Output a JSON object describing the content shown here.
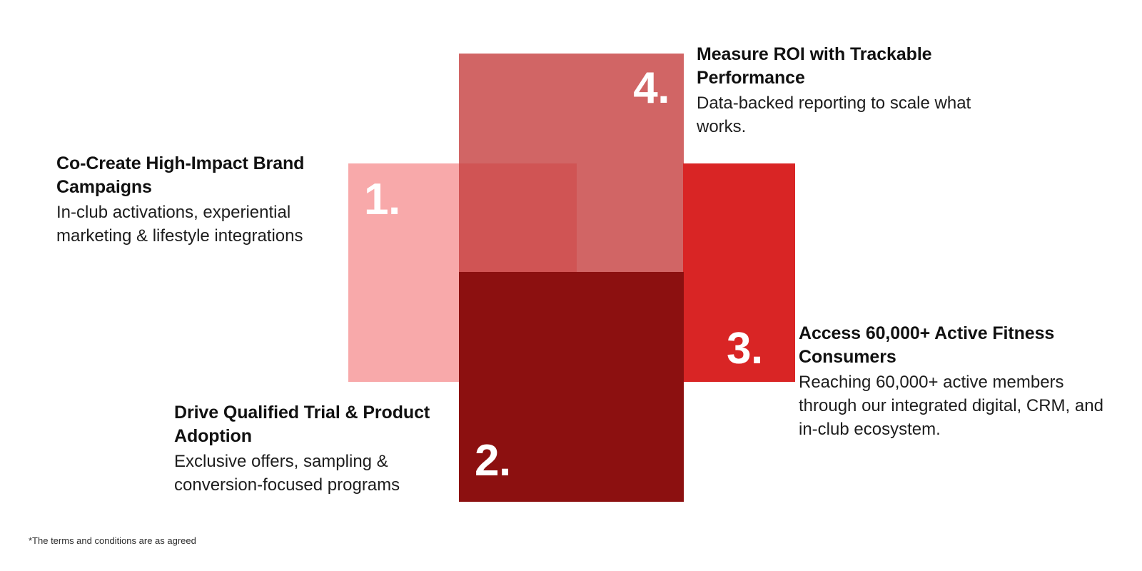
{
  "graphic": {
    "type": "overlapping-blocks-infographic",
    "blocks": [
      {
        "id": "block-1",
        "number": "1.",
        "color": "#f8a9aa",
        "number_color": "#ffffff"
      },
      {
        "id": "block-2",
        "number": "2.",
        "color": "#8c1010",
        "number_color": "#ffffff"
      },
      {
        "id": "block-3",
        "number": "3.",
        "color": "#d92525",
        "number_color": "#ffffff"
      },
      {
        "id": "block-4",
        "number": "4.",
        "color": "#c63e3e",
        "number_color": "#ffffff"
      }
    ]
  },
  "callouts": [
    {
      "number": "1.",
      "title": "Co-Create High-Impact Brand Campaigns",
      "body": "In-club activations, experiential marketing & lifestyle integrations"
    },
    {
      "number": "2.",
      "title": "Drive Qualified Trial & Product Adoption",
      "body": "Exclusive offers, sampling & conversion-focused programs"
    },
    {
      "number": "3.",
      "title": "Access 60,000+ Active Fitness Consumers",
      "body": "Reaching 60,000+ active members through our integrated digital, CRM, and in-club ecosystem."
    },
    {
      "number": "4.",
      "title": "Measure ROI with Trackable Performance",
      "body": "Data-backed reporting to scale what works."
    }
  ],
  "footnote": "*The terms and conditions are as agreed"
}
